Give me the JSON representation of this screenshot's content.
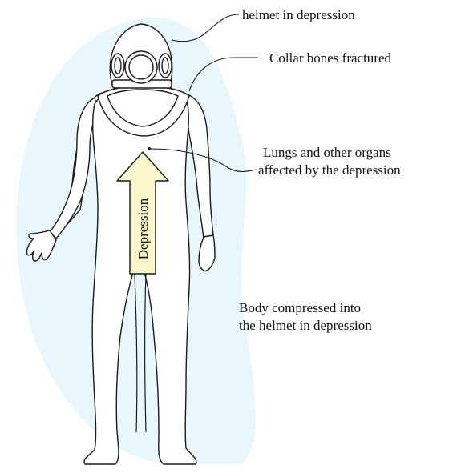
{
  "colors": {
    "halo": "#e8f7fb",
    "outline": "#1a1a1a",
    "arrow_fill": "#fbf6cc",
    "leader": "#1a1a1a"
  },
  "labels": {
    "helmet": "helmet in depression",
    "collar": "Collar bones fractured",
    "lungs_line1": "Lungs and other organs",
    "lungs_line2": "affected by the depression",
    "body_line1": "Body compressed into",
    "body_line2": "the helmet in depression"
  },
  "arrow": {
    "text": "Depression"
  }
}
